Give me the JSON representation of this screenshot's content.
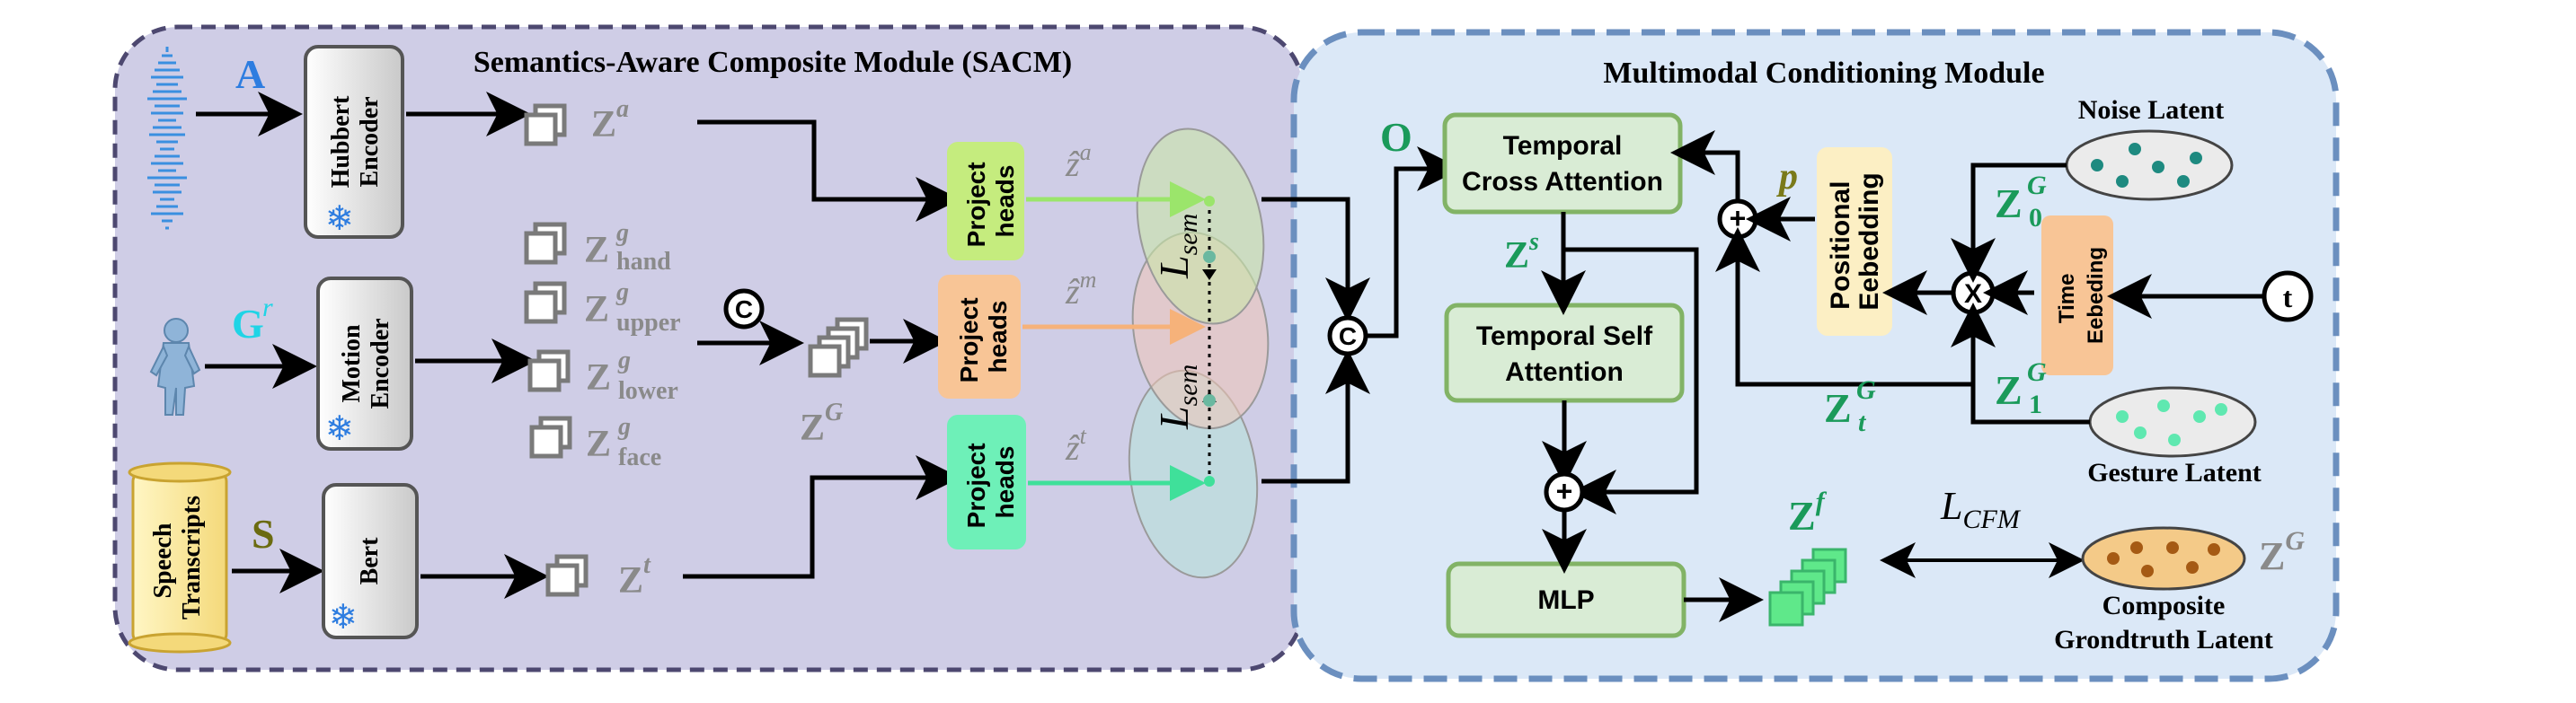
{
  "sacm": {
    "title": "Semantics-Aware Composite Module (SACM)",
    "inputs": {
      "audio_label": "A",
      "motion_label": "G",
      "motion_sup": "r",
      "text_box": "Speech Transcripts",
      "text_label": "S"
    },
    "encoders": {
      "audio": "Hubbert Encoder",
      "motion": "Motion Encoder",
      "text": "Bert"
    },
    "latents": {
      "audio": {
        "base": "Z",
        "sup": "a"
      },
      "hand": {
        "base": "Z",
        "sup": "g",
        "sub": "hand"
      },
      "upper": {
        "base": "Z",
        "sup": "g",
        "sub": "upper"
      },
      "lower": {
        "base": "Z",
        "sup": "g",
        "sub": "lower"
      },
      "face": {
        "base": "Z",
        "sup": "g",
        "sub": "face"
      },
      "gesture": {
        "base": "Z",
        "sup": "G"
      },
      "text": {
        "base": "Z",
        "sup": "t"
      }
    },
    "concat_symbol": "C",
    "project_heads": "Project heads",
    "z_hats": {
      "a": "ẑ",
      "a_sup": "a",
      "m": "ẑ",
      "m_sup": "m",
      "t": "ẑ",
      "t_sup": "t"
    },
    "loss_sem": {
      "base": "L",
      "sub": "sem"
    }
  },
  "mcm": {
    "title": "Multimodal Conditioning Module",
    "o_label": "O",
    "temporal_cross": "Temporal Cross Attention",
    "temporal_self": "Temporal Self Attention",
    "mlp": "MLP",
    "zs": {
      "base": "Z",
      "sup": "s"
    },
    "zf": {
      "base": "Z",
      "sup": "f"
    },
    "p_label": "p",
    "positional": "Positional Eebedding",
    "time_embed": "Time Eebeding",
    "t_label": "t",
    "noise_latent": "Noise Latent",
    "gesture_latent": "Gesture Latent",
    "z0": {
      "base": "Z",
      "sup": "G",
      "sub": "0"
    },
    "z1": {
      "base": "Z",
      "sup": "G",
      "sub": "1"
    },
    "zt": {
      "base": "Z",
      "sup": "G",
      "sub": "t"
    },
    "loss_cfm": {
      "base": "L",
      "sub": "CFM"
    },
    "composite": "Composite Grondtruth Latent",
    "zg_out": {
      "base": "Z",
      "sup": "G"
    },
    "plus": "+",
    "times": "X"
  },
  "colors": {
    "sacm_bg": "#cfcde6",
    "mcm_bg": "#dbe8f7",
    "project_a": "#c5ec7e",
    "project_m": "#f8c596",
    "project_t": "#6ef0b8",
    "module_box": "#d9ecd5",
    "module_border": "#82b366",
    "positional": "#fcefc4",
    "time": "#f8c596"
  }
}
